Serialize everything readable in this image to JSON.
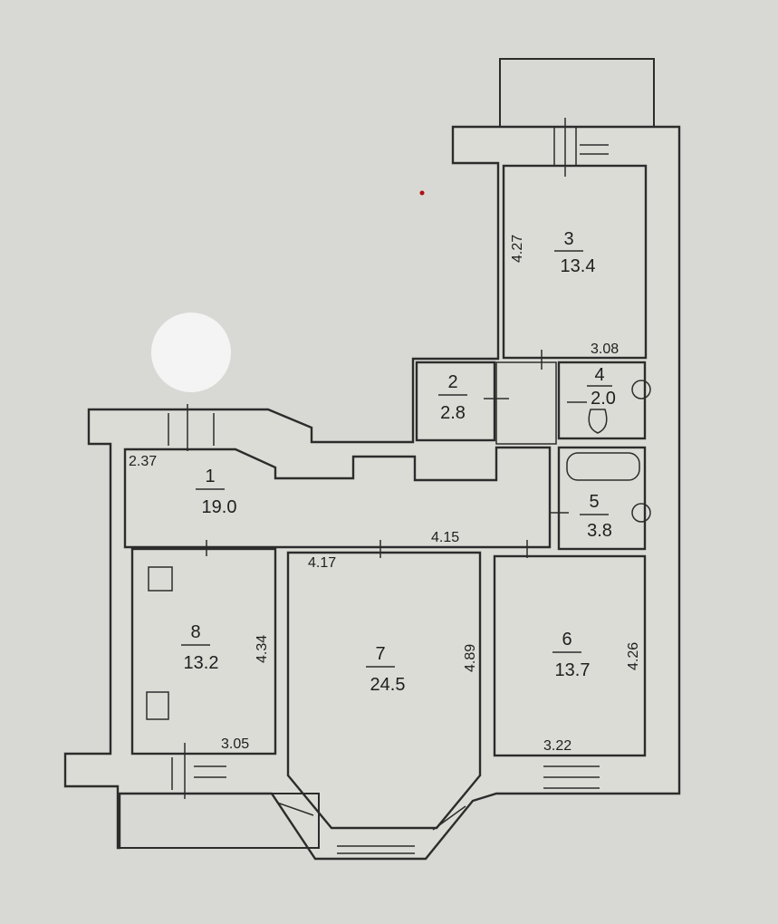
{
  "rooms": [
    {
      "id": "1",
      "number": "1",
      "area": "19.0"
    },
    {
      "id": "2",
      "number": "2",
      "area": "2.8"
    },
    {
      "id": "3",
      "number": "3",
      "area": "13.4"
    },
    {
      "id": "4",
      "number": "4",
      "area": "2.0"
    },
    {
      "id": "5",
      "number": "5",
      "area": "3.8"
    },
    {
      "id": "6",
      "number": "6",
      "area": "13.7"
    },
    {
      "id": "7",
      "number": "7",
      "area": "24.5"
    },
    {
      "id": "8",
      "number": "8",
      "area": "13.2"
    }
  ],
  "dimensions": {
    "room3_height": "4.27",
    "room3_width": "3.08",
    "room1_width": "2.37",
    "corridor_width": "4.15",
    "room7_width": "4.17",
    "room8_height": "4.34",
    "room8_width": "3.05",
    "room7_height": "4.89",
    "room6_height": "4.26",
    "room6_width": "3.22"
  },
  "colors": {
    "paper": "#d8d9d4",
    "ink": "#2c2c2c",
    "redaction": "#f4f4f4",
    "red_dot": "#b01010"
  },
  "icons": [
    "stove-icon",
    "sink-icon",
    "toilet-icon",
    "bathtub-icon",
    "window-icon",
    "balcony-icon",
    "redaction-mark-icon"
  ]
}
